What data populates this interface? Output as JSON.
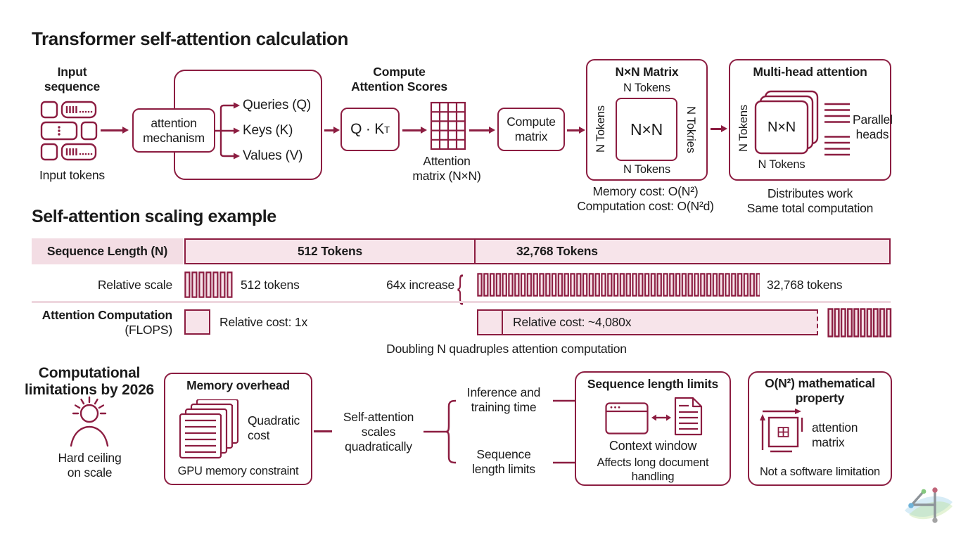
{
  "colors": {
    "maroon": "#8c1d41",
    "pink": "#f7e4ea",
    "header_pink": "#f3dde4",
    "divider": "#eed7de",
    "text": "#1b1b1b"
  },
  "flow": {
    "title": "Transformer self-attention calculation",
    "input_seq_l1": "Input",
    "input_seq_l2": "sequence",
    "input_tokens": "Input tokens",
    "mech_l1": "attention",
    "mech_l2": "mechanism",
    "qkv": [
      "Queries (Q)",
      "Keys (K)",
      "Values (V)"
    ],
    "scores_l1": "Compute",
    "scores_l2": "Attention Scores",
    "qk_base": "Q · K",
    "qk_sup": "T",
    "attnm_l1": "Attention",
    "attnm_l2": "matrix (N×N)",
    "cm_l1": "Compute",
    "cm_l2": "matrix",
    "nxn": {
      "title": "N×N Matrix",
      "top": "N Tokens",
      "left": "N Tokens",
      "right": "N Tokries",
      "bottom": "N Tokens",
      "center": "N×N",
      "cost1": "Memory cost: O(N²)",
      "cost2": "Computation cost: O(N²d)"
    },
    "mha": {
      "title": "Multi-head attention",
      "left": "N Tokens",
      "bottom": "N Tokens",
      "center": "N×N",
      "par_l1": "Parallel",
      "par_l2": "heads",
      "note1": "Distributes work",
      "note2": "Same total computation"
    }
  },
  "scaling": {
    "title": "Self-attention scaling example",
    "col0": "Sequence Length (N)",
    "col1": "512 Tokens",
    "col2": "32,768 Tokens",
    "row1_label": "Relative scale",
    "bar_small_label": "512 tokens",
    "increase": "64x increase",
    "brace": "{",
    "bar_large_label": "32,768 tokens",
    "row2_label_l1": "Attention Computation",
    "row2_label_l2": "(FLOPS)",
    "cost1x": "Relative cost: 1x",
    "cost4080": "Relative cost: ~4,080x",
    "caption": "Doubling N quadruples attention computation"
  },
  "limitations": {
    "title_l1": "Computational",
    "title_l2": "limitations by 2026",
    "ceiling_l1": "Hard ceiling",
    "ceiling_l2": "on scale",
    "mem": {
      "title": "Memory overhead",
      "quad_l1": "Quadratic",
      "quad_l2": "cost",
      "note": "GPU memory constraint"
    },
    "scales_l1": "Self-attention",
    "scales_l2": "scales",
    "scales_l3": "quadratically",
    "inf_l1": "Inference and",
    "inf_l2": "training time",
    "seq_l1": "Sequence",
    "seq_l2": "length limits",
    "seqbox": {
      "title": "Sequence length limits",
      "context": "Context window",
      "note_l1": "Affects long document",
      "note_l2": "handling"
    },
    "on2": {
      "title_l1": "O(N²) mathematical",
      "title_l2": "property",
      "attn_l1": "attention",
      "attn_l2": "matrix",
      "note": "Not a software limitation"
    }
  }
}
